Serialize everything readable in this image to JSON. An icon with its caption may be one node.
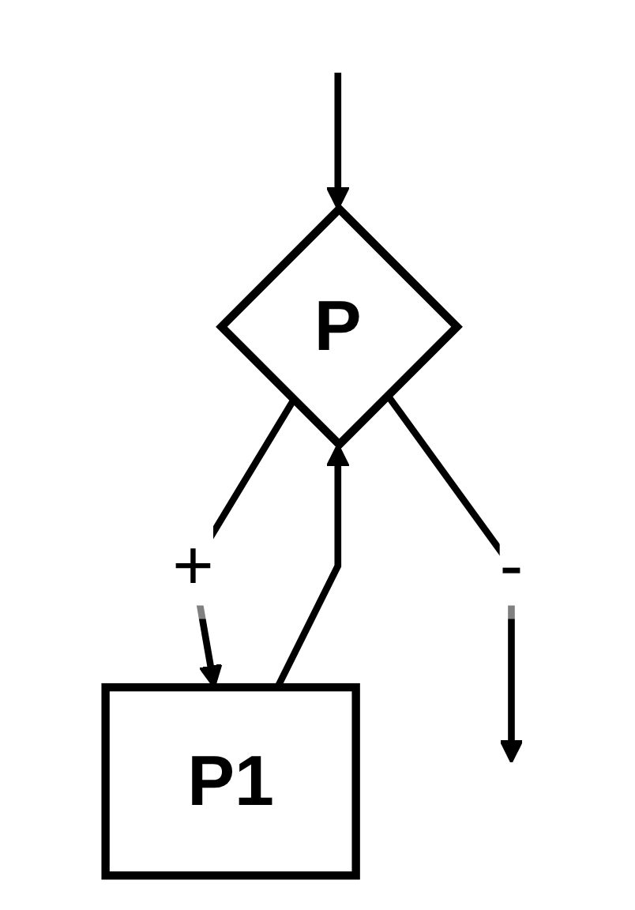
{
  "diagram": {
    "nodes": [
      {
        "text": [
          "P"
        ]
      },
      {
        "text": [
          "P1"
        ]
      }
    ],
    "edges": [
      {
        "from": null,
        "to": 0,
        "arrow": "to"
      },
      {
        "from": 0,
        "to": 1,
        "arrow": "to",
        "label": "+"
      },
      {
        "from": 1,
        "to": 0,
        "arrow": "to"
      },
      {
        "from": 0,
        "to": null,
        "arrow": "to",
        "label": "-"
      }
    ]
  }
}
